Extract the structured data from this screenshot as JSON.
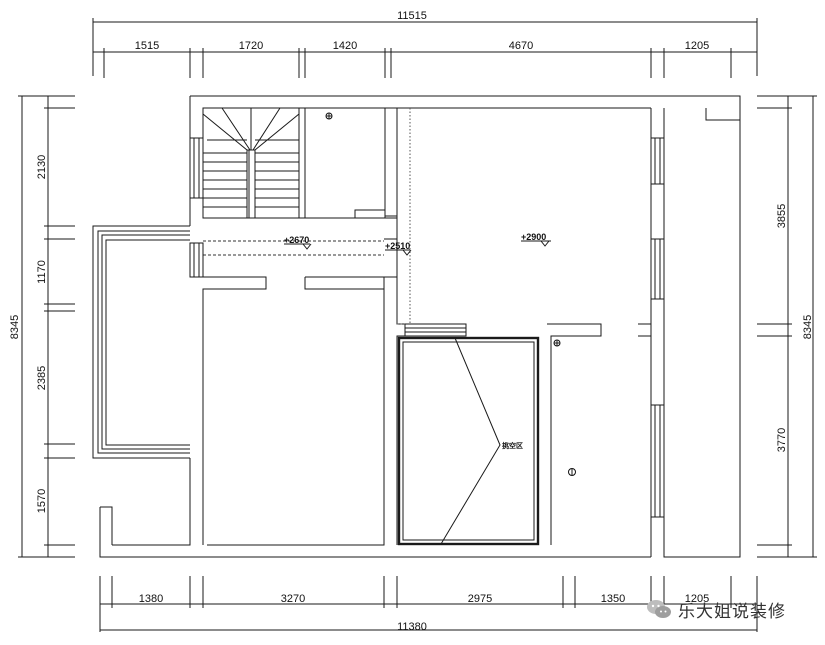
{
  "dimensions": {
    "top_total": "11515",
    "top_segments": [
      "1515",
      "1720",
      "1420",
      "4670",
      "1205"
    ],
    "bottom_total": "11380",
    "bottom_segments": [
      "1380",
      "3270",
      "2975",
      "1350",
      "1205"
    ],
    "left_total": "8345",
    "left_segments": [
      "2130",
      "1170",
      "2385",
      "1570"
    ],
    "right_total": "8345",
    "right_segments": [
      "3855",
      "3770"
    ]
  },
  "elevations": [
    "+2670",
    "+2510",
    "+2900"
  ],
  "void_label": "挑空区",
  "watermark": {
    "icon": "wechat-icon",
    "text": "乐大姐说装修"
  }
}
